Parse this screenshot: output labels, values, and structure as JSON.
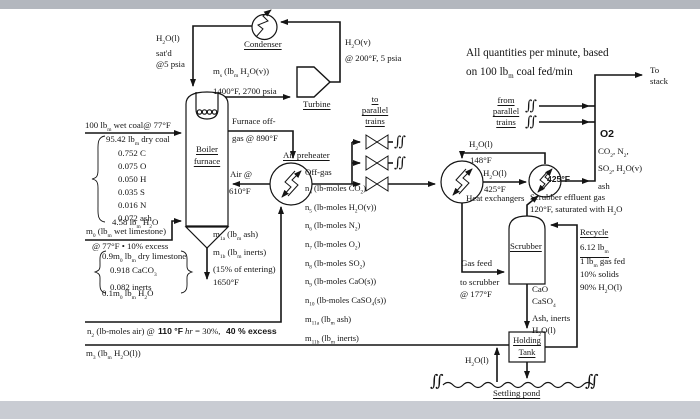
{
  "colors": {
    "ink": "#141414",
    "bar_top": "#b3b7be",
    "bar_bottom": "#c9ccd3",
    "paper": "#ffffff"
  },
  "note": {
    "quantities": "All quantities per minute, based<br>on 100 lb<sub>m</sub> coal fed/min"
  },
  "steam_loop": {
    "condensate": "H<sub>2</sub>O(l)<br>sat'd<br>@5 psia",
    "condenser_label": "Condenser",
    "steam_line": "m<sub>s</sub> (lb<sub>m</sub> H<sub>2</sub>O(v))<br>1400°F, 2700 psia",
    "turbine_label": "Turbine",
    "exhaust": "H<sub>2</sub>O(v)<br>@ 200°F, 5 psia"
  },
  "boiler": {
    "label": "Boiler<br>furnace",
    "coal_feed": "100 lb<sub>m</sub> wet coal@ 77°F",
    "dry_coal": "95.42 lb<sub>m</sub> dry coal",
    "coal_composition": "0.752 C<br>0.075 O<br>0.050 H<br>0.035 S<br>0.016 N<br>0.072 ash",
    "coal_water": "4.58 lb<sub>m</sub> H<sub>2</sub>O",
    "limestone_feed": "m<sub>0</sub> (lb<sub>m</sub> wet limestone)",
    "limestone_conditions": "@ 77°F • 10% excess",
    "dry_limestone": "0.9m<sub>0</sub> lb<sub>m</sub> dry limestone",
    "limestone_composition": "0.918 CaCO<sub>3</sub><br>0.082 inerts",
    "limestone_water": "0.1m<sub>0</sub> lb<sub>m</sub> H<sub>2</sub>O",
    "offgas_line1": "Furnace off-",
    "offgas_line2": "gas @ 890°F",
    "air_line1": "Air @",
    "air_line2": "610°F",
    "bottom_stream": "m<sub>1a</sub> (lb<sub>m</sub> ash)<br>m<sub>1b</sub> (lb<sub>m</sub> inerts)<br>(15% of entering)<br>1650°F"
  },
  "preheater": {
    "label": "Air preheater",
    "offgas_label": "Off-gas",
    "components": "n<sub>4</sub> (lb-moles CO<sub>2</sub>)<br>n<sub>5</sub> (lb-moles H<sub>2</sub>O(v))<br>n<sub>6</sub> (lb-moles N<sub>2</sub>)<br>n<sub>7</sub> (lb-moles O<sub>2</sub>)<br>n<sub>8</sub> (lb-moles SO<sub>2</sub>)<br>n<sub>9</sub> (lb-moles CaO(s))<br>n<sub>10</sub> (lb-moles CaSO<sub>4</sub>(s))<br>m<sub>11a</sub> (lb<sub>m</sub> ash)<br>m<sub>11b</sub> (lb<sub>m</sub> inerts)"
  },
  "air_feed": {
    "prefix": "n<sub>2</sub> (lb-moles air) @",
    "humidity": "<i>hr</i> = 30%,"
  },
  "water_feed": {
    "m3": "m<sub>3</sub> (lb<sub>m</sub> H<sub>2</sub>O(l))"
  },
  "annotations": {
    "temp_110": "110 °F",
    "excess_40": "40 % excess",
    "o2": "O2",
    "temp_425": "425°F"
  },
  "trains": {
    "to": "to<br>parallel<br>trains",
    "from": "from<br>parallel<br>trains"
  },
  "heat_exchangers": {
    "label": "Heat exchangers",
    "cold_water": "H<sub>2</sub>O(l)",
    "cold_temp": "148°F",
    "hot_water": "H<sub>2</sub>O(l)",
    "hot_temp": "425°F"
  },
  "stack": {
    "label": "To<br>stack",
    "composition": "CO<sub>2</sub>, N<sub>2</sub>,<br>SO<sub>2</sub>, H<sub>2</sub>O(v)<br>ash"
  },
  "scrubber": {
    "label": "Scrubber",
    "effluent": "Scrubber effluent gas<br>120°F, saturated with H<sub>2</sub>O",
    "gas_feed1": "Gas feed",
    "gas_feed2": "to scrubber<br>@ 177°F",
    "solids": "CaO<br>CaSO<sub>4</sub><br>Ash, inerts<br>H<sub>2</sub>O(l)"
  },
  "recycle": {
    "label": "Recycle",
    "ratio_numerator": "6.12 lb<sub>m</sub>",
    "ratio_denominator": "1 lb<sub>m</sub> gas fed",
    "solids": "10% solids",
    "water": "90% H<sub>2</sub>O(l)"
  },
  "holding_tank": {
    "label": "Holding<br>Tank"
  },
  "pond": {
    "water": "H<sub>2</sub>O(l)",
    "label": "Settling pond"
  },
  "symbols": {
    "break": "∬"
  }
}
